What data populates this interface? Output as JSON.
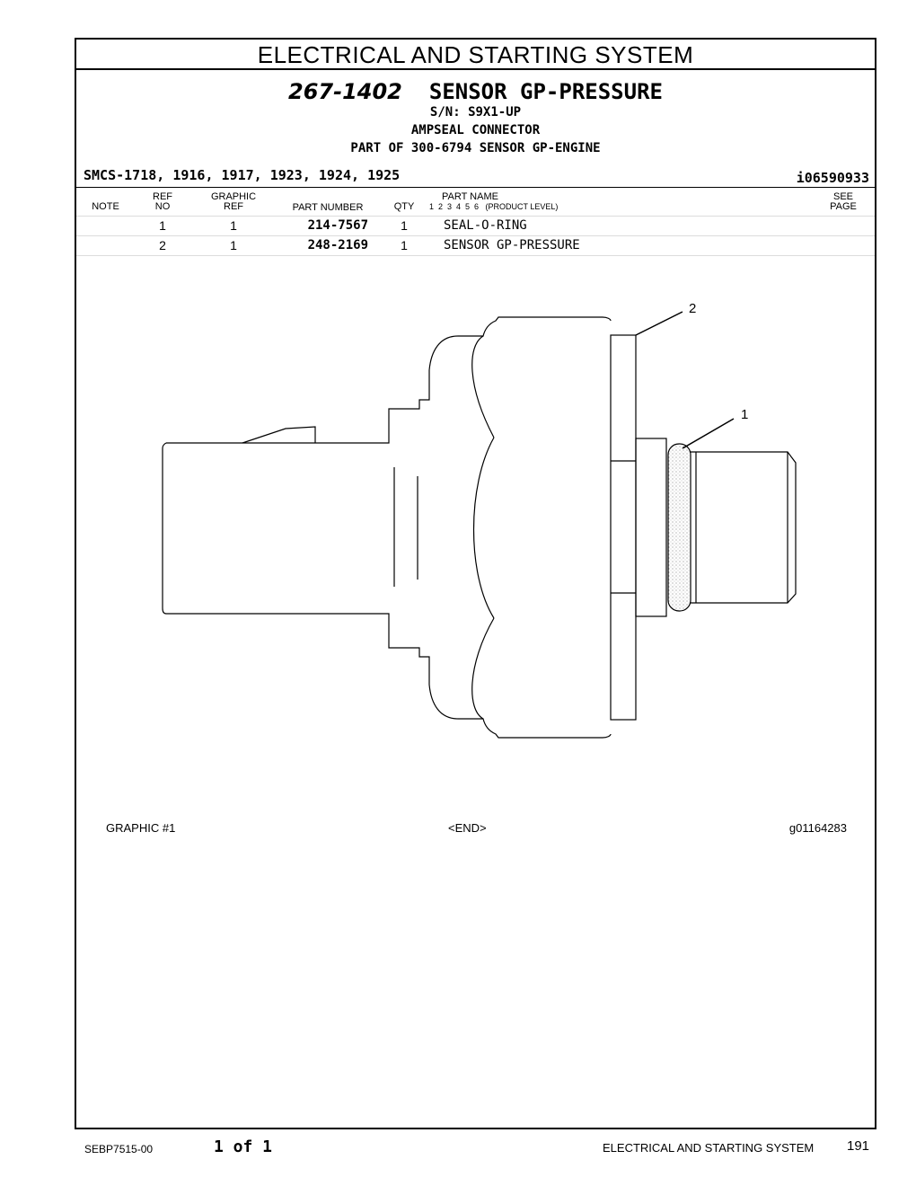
{
  "page": {
    "section_title": "ELECTRICAL AND STARTING SYSTEM",
    "part_number": "267-1402",
    "part_name": "SENSOR GP-PRESSURE",
    "serial": "S/N: S9X1-UP",
    "connector": "AMPSEAL CONNECTOR",
    "part_of": "PART OF 300-6794 SENSOR GP-ENGINE",
    "smcs": "SMCS-1718, 1916, 1917, 1923, 1924, 1925",
    "illustration_id": "i06590933"
  },
  "table": {
    "headers": {
      "note": "NOTE",
      "ref_top": "REF",
      "ref_bottom": "NO",
      "graphic_top": "GRAPHIC",
      "graphic_bottom": "REF",
      "part_number": "PART NUMBER",
      "qty": "QTY",
      "part_name": "PART NAME",
      "product_level": "1  2  3  4  5  6   (PRODUCT LEVEL)",
      "see_top": "SEE",
      "see_bottom": "PAGE"
    },
    "rows": [
      {
        "note": "",
        "ref": "1",
        "graphic": "1",
        "part_number": "214-7567",
        "qty": "1",
        "name": "SEAL-O-RING"
      },
      {
        "note": "",
        "ref": "2",
        "graphic": "1",
        "part_number": "248-2169",
        "qty": "1",
        "name": "SENSOR GP-PRESSURE"
      }
    ]
  },
  "graphic": {
    "callout_1": "1",
    "callout_2": "2",
    "caption_left": "GRAPHIC #1",
    "caption_center": "<END>",
    "caption_right": "g01164283"
  },
  "footer": {
    "doc_number": "SEBP7515-00",
    "page_of": "1 of 1",
    "section": "ELECTRICAL AND STARTING SYSTEM",
    "page_number": "191"
  }
}
